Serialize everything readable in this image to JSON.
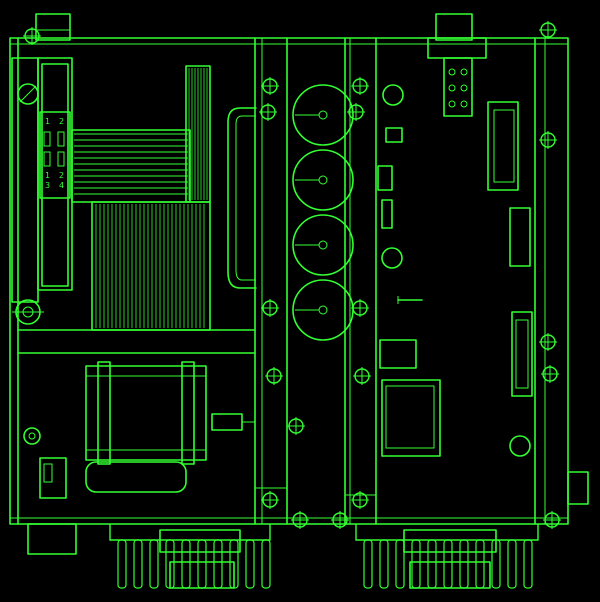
{
  "drawing": {
    "colors": {
      "background": "#000000",
      "line": "#33ff33"
    },
    "terminal_labels": [
      "1",
      "2",
      "1",
      "2",
      "3",
      "4"
    ]
  }
}
